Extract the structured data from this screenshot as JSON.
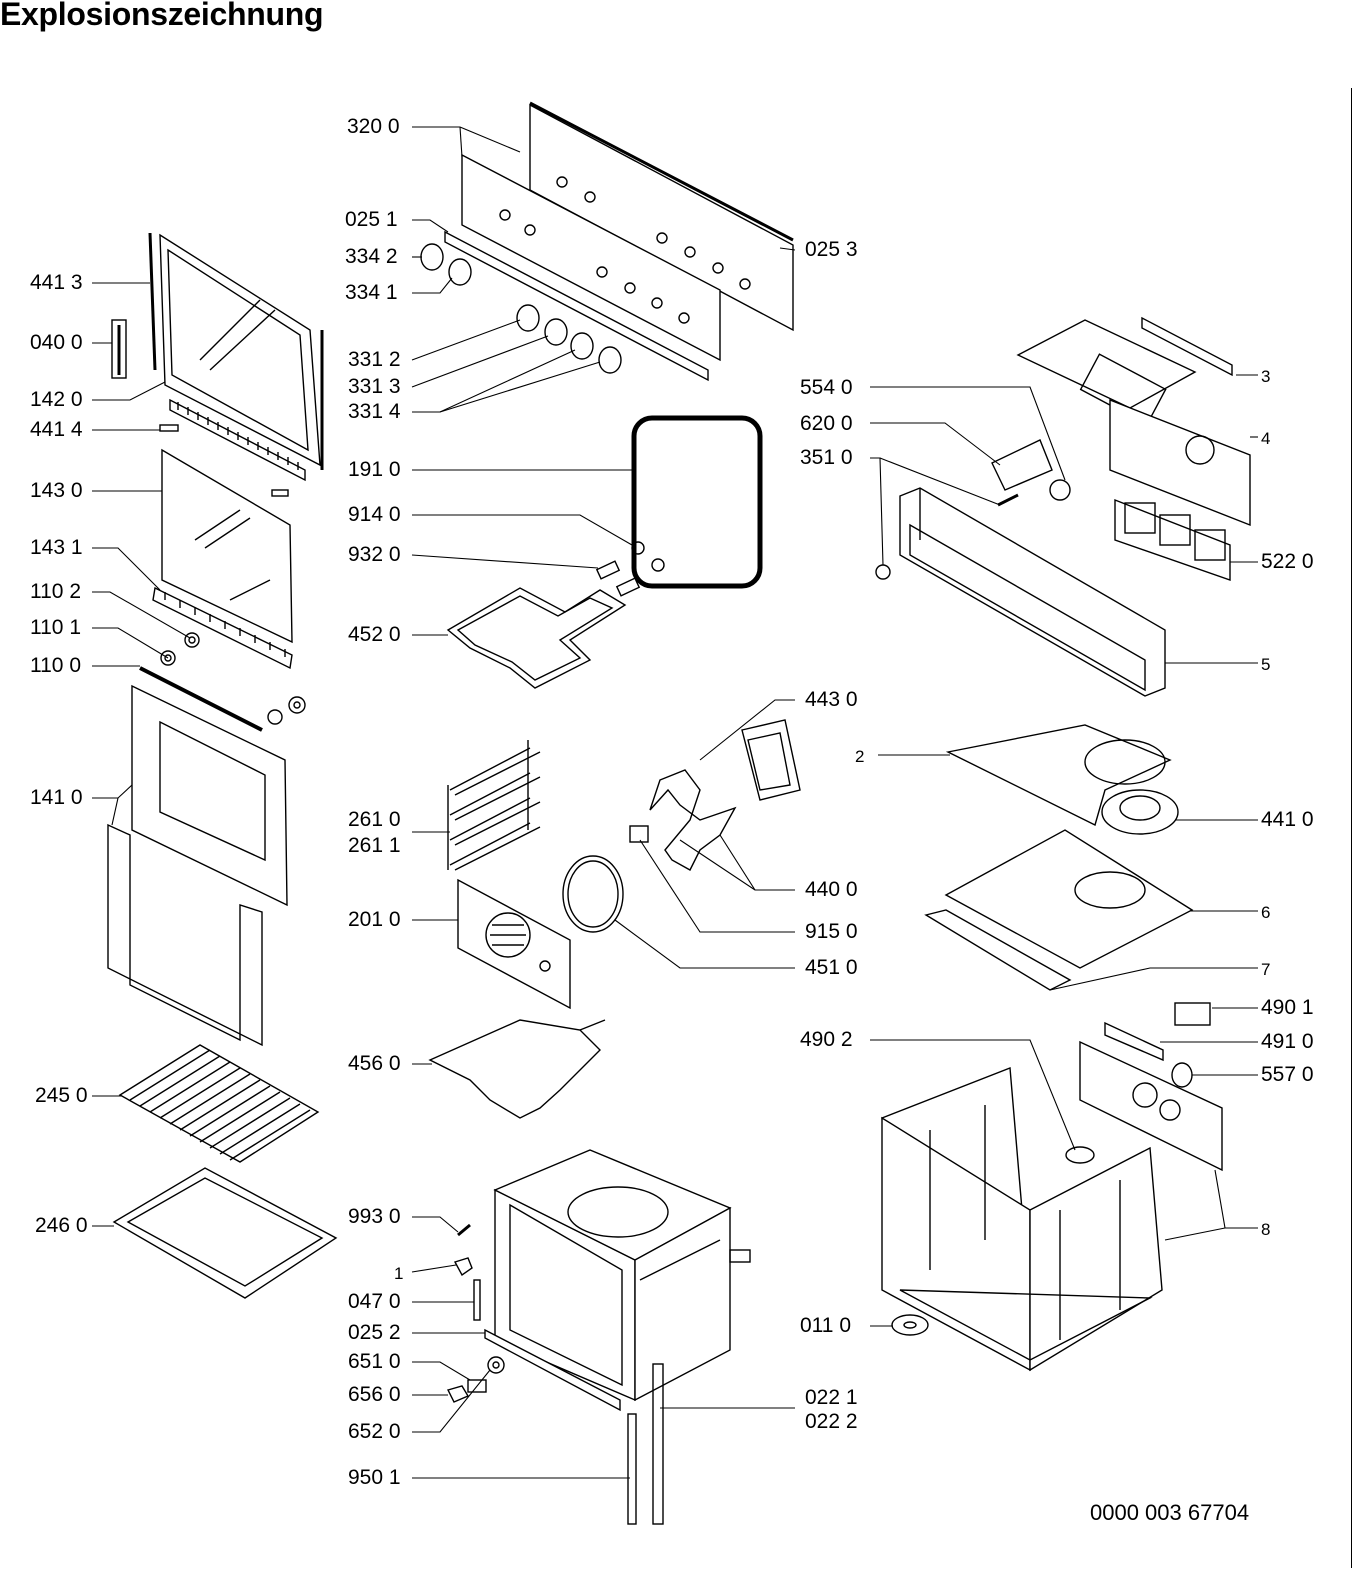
{
  "title": "Explosionszeichnung",
  "document_number": "0000 003 67704",
  "labels": {
    "l4413": "441 3",
    "l0400": "040 0",
    "l1420": "142 0",
    "l4414": "441 4",
    "l1430": "143 0",
    "l1431": "143 1",
    "l1102": "110 2",
    "l1101": "110 1",
    "l1100": "110 0",
    "l1410": "141 0",
    "l2450": "245 0",
    "l2460": "246 0",
    "l3200": "320 0",
    "l0251": "025 1",
    "l3342": "334 2",
    "l3341": "334 1",
    "l3312": "331 2",
    "l3313": "331 3",
    "l3314": "331 4",
    "l1910": "191 0",
    "l9140": "914 0",
    "l9320": "932 0",
    "l4520": "452 0",
    "l2610": "261 0",
    "l2611": "261 1",
    "l2010": "201 0",
    "l4560": "456 0",
    "l9930": "993 0",
    "l1": "1",
    "l0470": "047 0",
    "l0252": "025 2",
    "l6510": "651 0",
    "l6560": "656 0",
    "l6520": "652 0",
    "l9501": "950 1",
    "l0253": "025 3",
    "l5540": "554 0",
    "l6200": "620 0",
    "l3510": "351 0",
    "l4430": "443 0",
    "l4400": "440 0",
    "l9150": "915 0",
    "l4510": "451 0",
    "l4902": "490 2",
    "l0110": "011 0",
    "l0221": "022 1",
    "l0222": "022 2",
    "l3": "3",
    "l4": "4",
    "l5220": "522 0",
    "l5": "5",
    "l2": "2",
    "l4410": "441 0",
    "l6": "6",
    "l7": "7",
    "l4901": "490 1",
    "l4910": "491 0",
    "l5570": "557 0",
    "l8": "8"
  }
}
